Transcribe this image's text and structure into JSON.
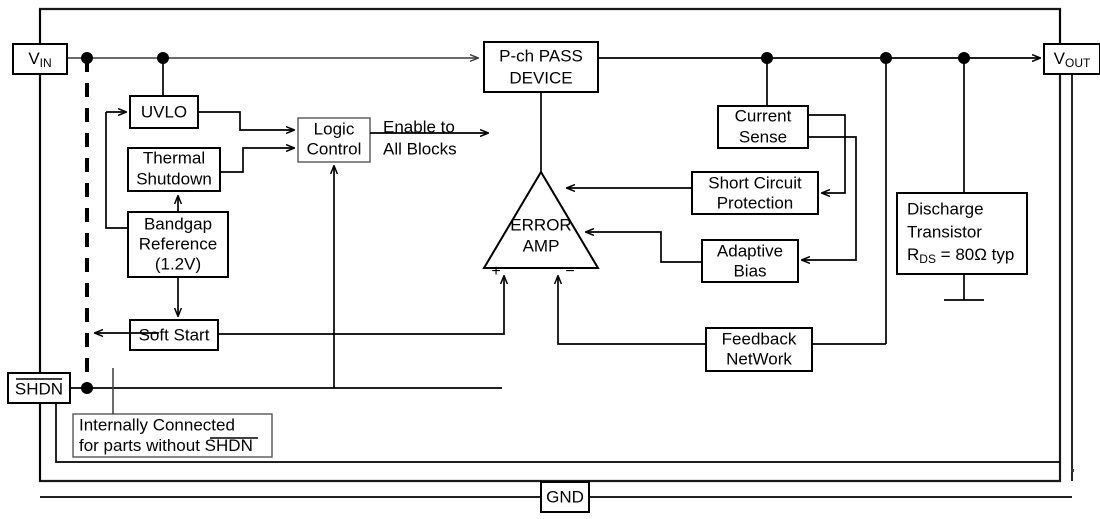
{
  "diagram": {
    "title": "LDO Regulator Functional Block Diagram",
    "type": "block-diagram",
    "background": "#ffffff",
    "line_color": "#000000"
  },
  "pins": {
    "vin": {
      "label": "V",
      "sub": "IN"
    },
    "vout": {
      "label": "V",
      "sub": "OUT"
    },
    "shdn": {
      "label": "SHDN",
      "overline": true
    },
    "gnd": {
      "label": "GND"
    }
  },
  "blocks": {
    "uvlo": {
      "label": "UVLO"
    },
    "thermal_shutdown": {
      "line1": "Thermal",
      "line2": "Shutdown"
    },
    "bandgap": {
      "line1": "Bandgap",
      "line2": "Reference",
      "line3": "(1.2V)"
    },
    "soft_start": {
      "label": "Soft Start"
    },
    "logic_control": {
      "line1": "Logic",
      "line2": "Control"
    },
    "pass_device": {
      "line1": "P-ch PASS",
      "line2": "DEVICE"
    },
    "error_amp": {
      "line1": "ERROR",
      "line2": "AMP",
      "plus": "+",
      "minus": "−"
    },
    "current_sense": {
      "line1": "Current",
      "line2": "Sense"
    },
    "short_circuit": {
      "line1": "Short Circuit",
      "line2": "Protection"
    },
    "adaptive_bias": {
      "line1": "Adaptive",
      "line2": "Bias"
    },
    "feedback_network": {
      "line1": "Feedback",
      "line2": "NetWork"
    },
    "discharge_transistor": {
      "line1": "Discharge",
      "line2": "Transistor",
      "line3_prefix": "R",
      "line3_sub": "DS",
      "line3_rest": " = 80Ω typ"
    }
  },
  "annotations": {
    "enable": {
      "line1": "Enable to",
      "line2": "All Blocks"
    },
    "internal_note": {
      "line1": "Internally Connected",
      "line2_prefix": "for parts without ",
      "line2_overlined": "SHDN"
    }
  }
}
